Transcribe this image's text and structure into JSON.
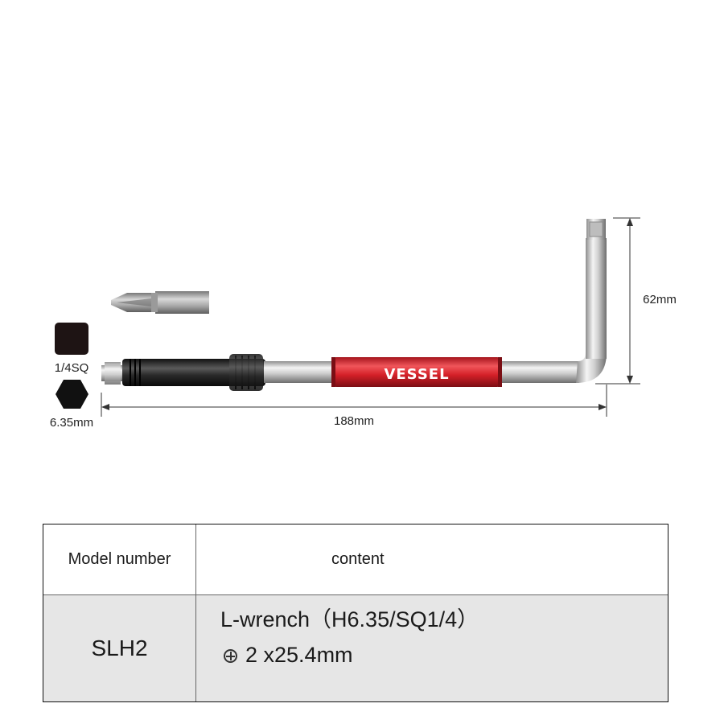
{
  "diagram": {
    "brand": "VESSEL",
    "square_drive_label": "1/4SQ",
    "hex_label": "6.35mm",
    "length_label": "188mm",
    "height_label": "62mm"
  },
  "table": {
    "header_model": "Model number",
    "header_content": "content",
    "model_value": "SLH2",
    "content_line1": "L-wrench（H6.35/SQ1/4）",
    "content_line2": "2 x25.4mm"
  }
}
